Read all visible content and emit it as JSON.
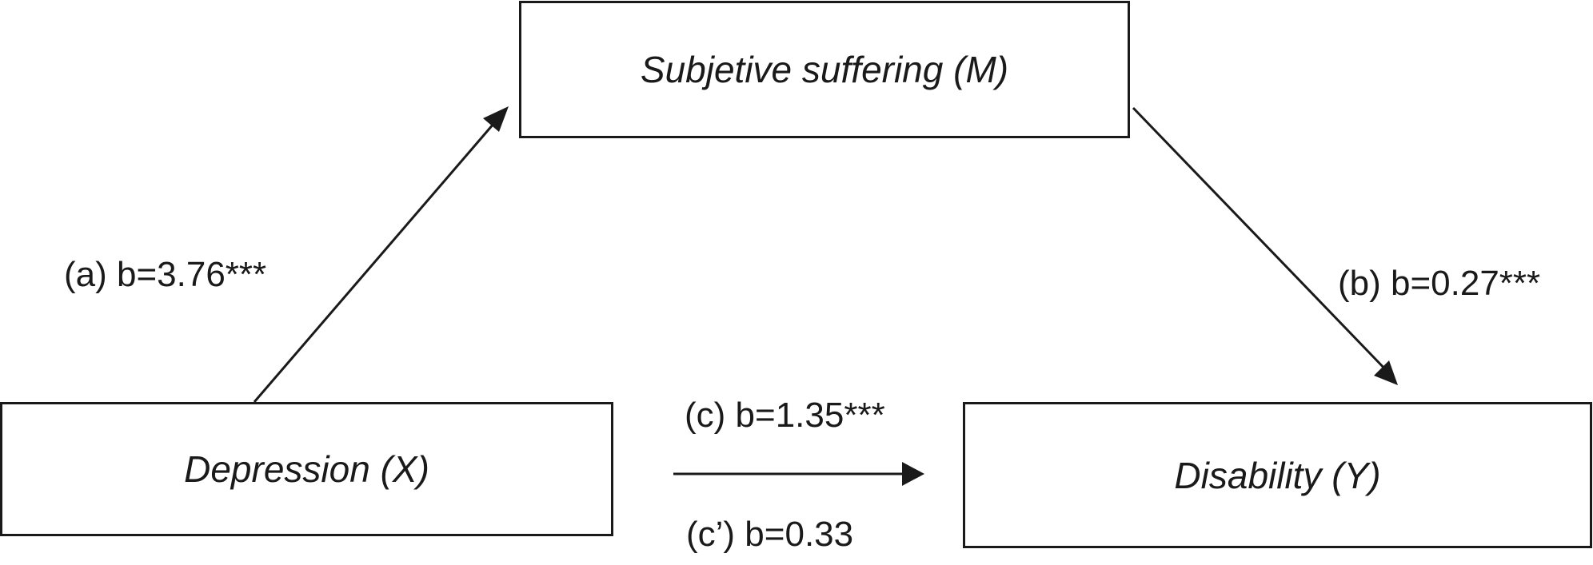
{
  "nodes": {
    "mediator": "Subjetive suffering (M)",
    "independent": "Depression (X)",
    "dependent": "Disability (Y)"
  },
  "paths": {
    "a": "(a) b=3.76***",
    "b": "(b) b=0.27***",
    "c": "(c) b=1.35***",
    "c_prime": "(c’) b=0.33"
  },
  "colors": {
    "stroke": "#1a1a1a",
    "background": "#ffffff"
  }
}
